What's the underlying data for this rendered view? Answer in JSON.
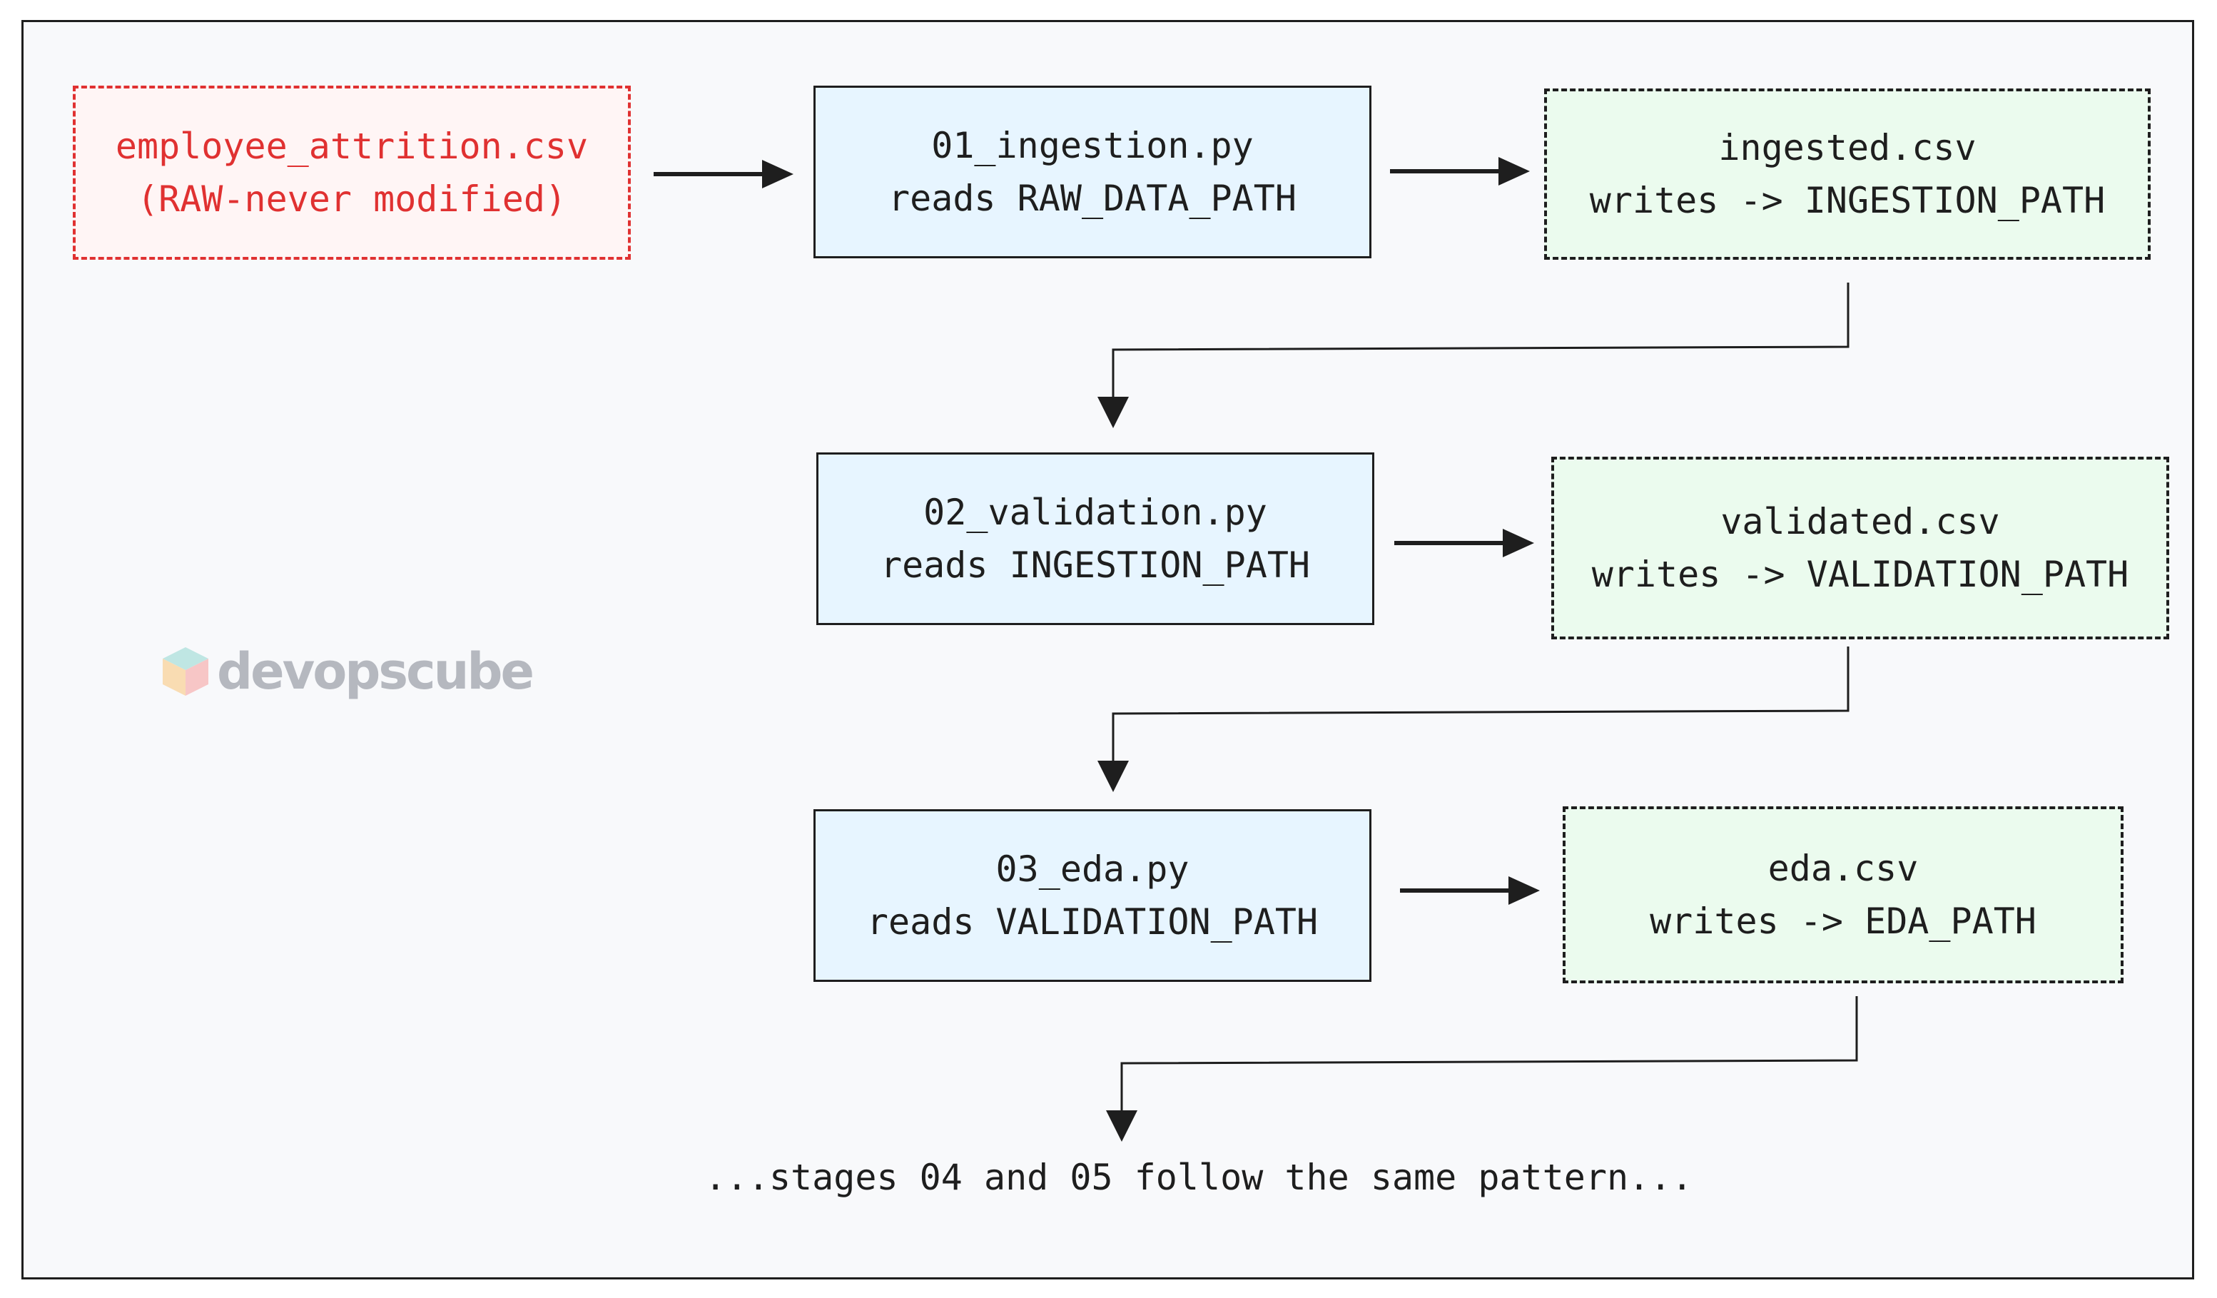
{
  "diagram": {
    "raw_source": {
      "line1": "employee_attrition.csv",
      "line2": "(RAW-never modified)"
    },
    "stages": [
      {
        "script": {
          "line1": "01_ingestion.py",
          "line2": "reads RAW_DATA_PATH"
        },
        "output": {
          "line1": "ingested.csv",
          "line2": "writes -> INGESTION_PATH"
        }
      },
      {
        "script": {
          "line1": "02_validation.py",
          "line2": "reads INGESTION_PATH"
        },
        "output": {
          "line1": "validated.csv",
          "line2": "writes -> VALIDATION_PATH"
        }
      },
      {
        "script": {
          "line1": "03_eda.py",
          "line2": "reads VALIDATION_PATH"
        },
        "output": {
          "line1": "eda.csv",
          "line2": "writes -> EDA_PATH"
        }
      }
    ],
    "footer_note": "...stages 04 and 05 follow the same pattern..."
  },
  "brand": {
    "name": "devopscube",
    "icon": "cube-logo-icon",
    "color": "#b5b8bf"
  },
  "colors": {
    "raw_stroke": "#e03131",
    "raw_fill": "#fff5f5",
    "script_fill": "#e7f5ff",
    "output_fill": "#ebfbee",
    "stroke": "#1e1e1e",
    "canvas": "#f8f9fb"
  }
}
